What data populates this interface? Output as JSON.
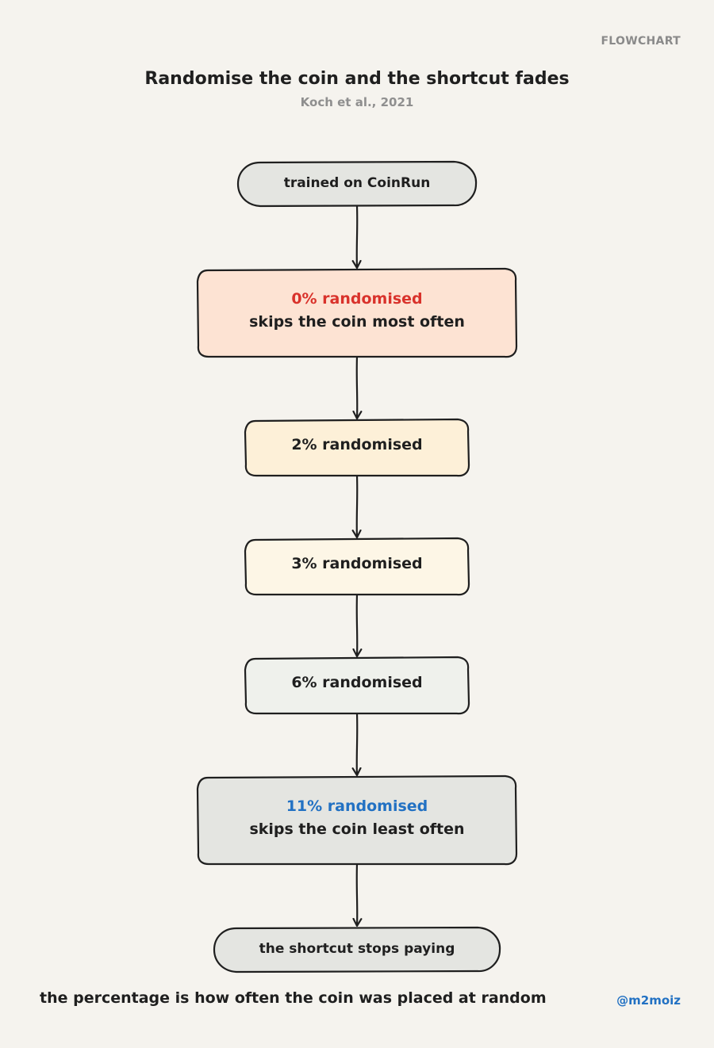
{
  "header": {
    "tag": "FLOWCHART",
    "title": "Randomise the coin and the shortcut fades",
    "subtitle": "Koch et al., 2021"
  },
  "flow": {
    "start": "trained on CoinRun",
    "nodes": [
      {
        "heading": "0% randomised",
        "detail": "skips the coin most often",
        "fill": "#fde3d3",
        "heading_color": "#d9322b"
      },
      {
        "heading": "2% randomised",
        "fill": "#fdf0d8"
      },
      {
        "heading": "3% randomised",
        "fill": "#fdf6e6"
      },
      {
        "heading": "6% randomised",
        "fill": "#eff1ec"
      },
      {
        "heading": "11% randomised",
        "detail": "skips the coin least often",
        "fill": "#e4e5e1",
        "heading_color": "#2271c3"
      }
    ],
    "end": "the shortcut stops paying"
  },
  "footer": {
    "note": "the percentage is how often the coin was placed at random",
    "handle": "@m2moiz"
  },
  "colors": {
    "background": "#f5f3ee",
    "terminal_fill": "#e4e5e1",
    "stroke": "#1f1f1f"
  }
}
